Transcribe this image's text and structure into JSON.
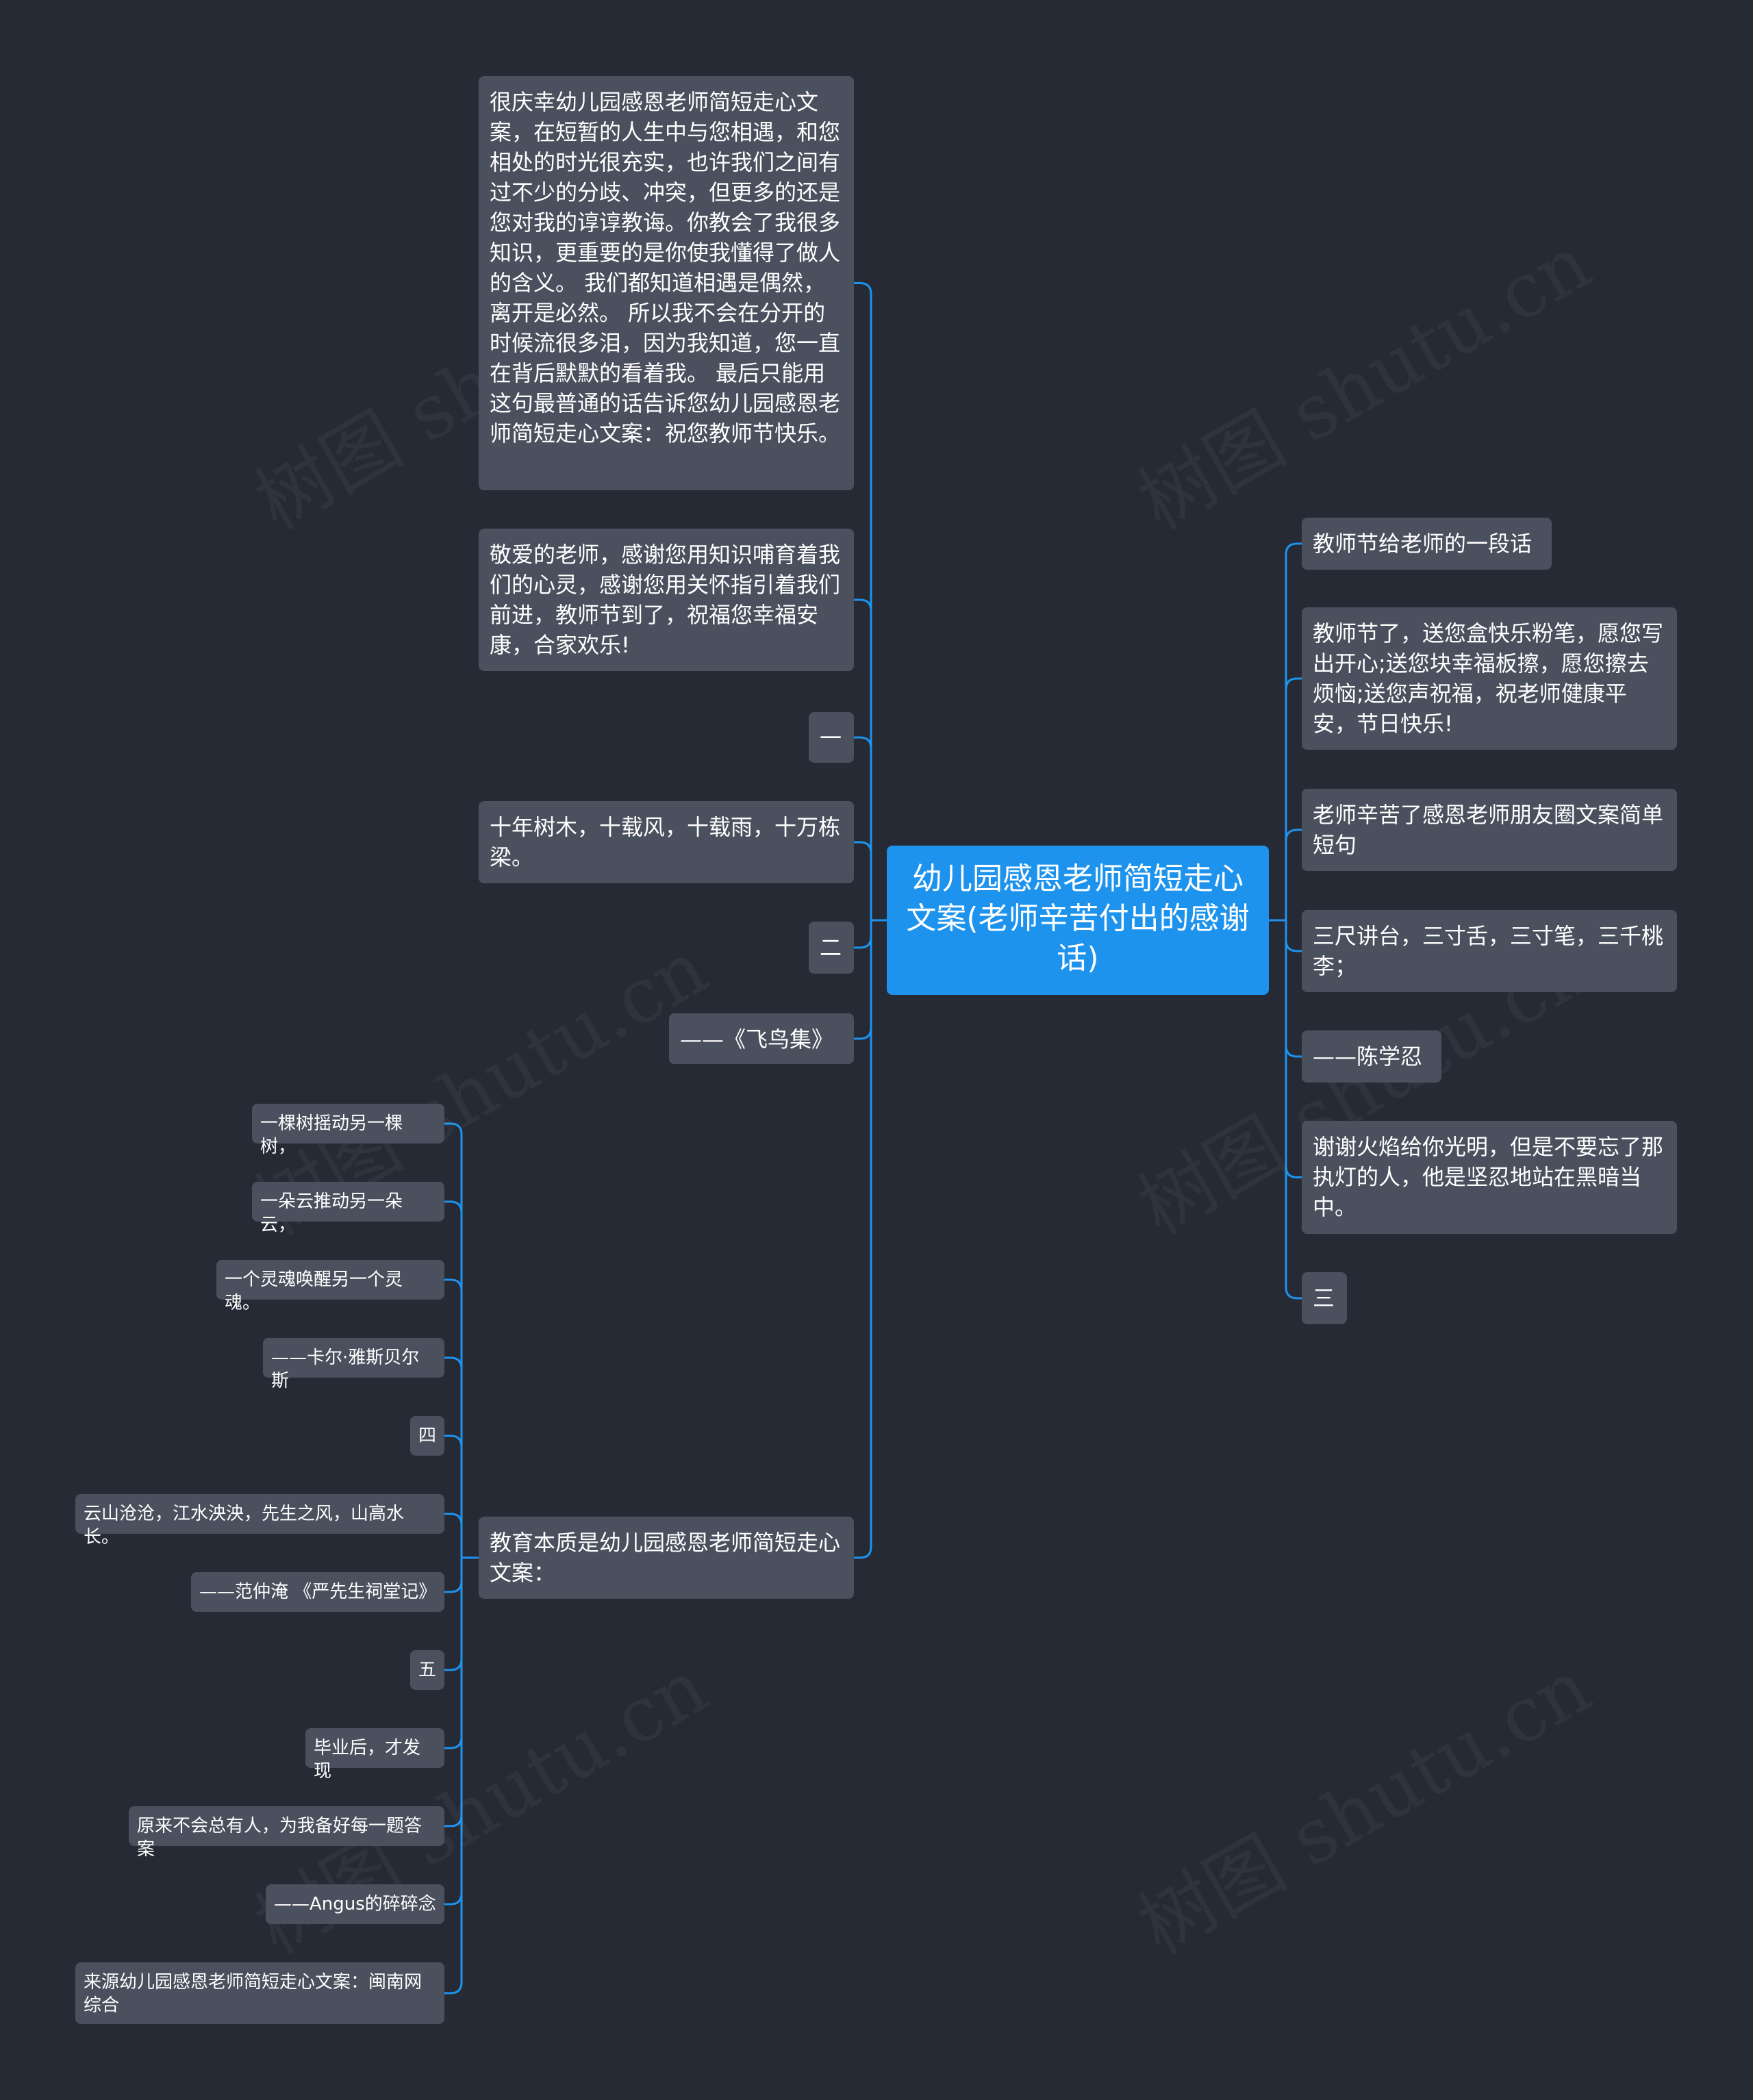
{
  "watermark": "树图 shutu.cn",
  "colors": {
    "background": "#252a35",
    "node": "#4a505d",
    "center": "#1e93ee",
    "link": "#1e93ee",
    "text": "#ffffff"
  },
  "center": {
    "text": "幼儿园感恩老师简短走心文案(老师辛苦付出的感谢话)"
  },
  "left": [
    {
      "text": "很庆幸幼儿园感恩老师简短走心文案，在短暂的人生中与您相遇，和您相处的时光很充实，也许我们之间有过不少的分歧、冲突，但更多的还是您对我的谆谆教诲。你教会了我很多知识，更重要的是你使我懂得了做人的含义。 我们都知道相遇是偶然，离开是必然。 所以我不会在分开的时候流很多泪，因为我知道，您一直在背后默默的看着我。 最后只能用这句最普通的话告诉您幼儿园感恩老师简短走心文案：祝您教师节快乐。"
    },
    {
      "text": "敬爱的老师，感谢您用知识哺育着我们的心灵，感谢您用关怀指引着我们前进，教师节到了，祝福您幸福安康，合家欢乐!"
    },
    {
      "text": "一"
    },
    {
      "text": "十年树木，十载风，十载雨，十万栋梁。"
    },
    {
      "text": "二"
    },
    {
      "text": "——《飞鸟集》"
    },
    {
      "text": "教育本质是幼儿园感恩老师简短走心文案："
    }
  ],
  "sub": [
    {
      "text": "一棵树摇动另一棵树，"
    },
    {
      "text": "一朵云推动另一朵云，"
    },
    {
      "text": "一个灵魂唤醒另一个灵魂。"
    },
    {
      "text": "——卡尔·雅斯贝尔斯"
    },
    {
      "text": "四"
    },
    {
      "text": "云山沧沧，江水泱泱，先生之风，山高水长。"
    },
    {
      "text": "——范仲淹 《严先生祠堂记》"
    },
    {
      "text": "五"
    },
    {
      "text": "毕业后，才发现"
    },
    {
      "text": "原来不会总有人，为我备好每一题答案"
    },
    {
      "text": "——Angus的碎碎念"
    },
    {
      "text": "来源幼儿园感恩老师简短走心文案：闽南网综合"
    }
  ],
  "right": [
    {
      "text": "教师节给老师的一段话"
    },
    {
      "text": "教师节了，送您盒快乐粉笔，愿您写出开心;送您块幸福板擦，愿您擦去烦恼;送您声祝福，祝老师健康平安，节日快乐!"
    },
    {
      "text": "老师辛苦了感恩老师朋友圈文案简单短句"
    },
    {
      "text": "三尺讲台，三寸舌，三寸笔，三千桃李；"
    },
    {
      "text": "——陈学忍"
    },
    {
      "text": "谢谢火焰给你光明，但是不要忘了那执灯的人，他是坚忍地站在黑暗当中。"
    },
    {
      "text": "三"
    }
  ]
}
